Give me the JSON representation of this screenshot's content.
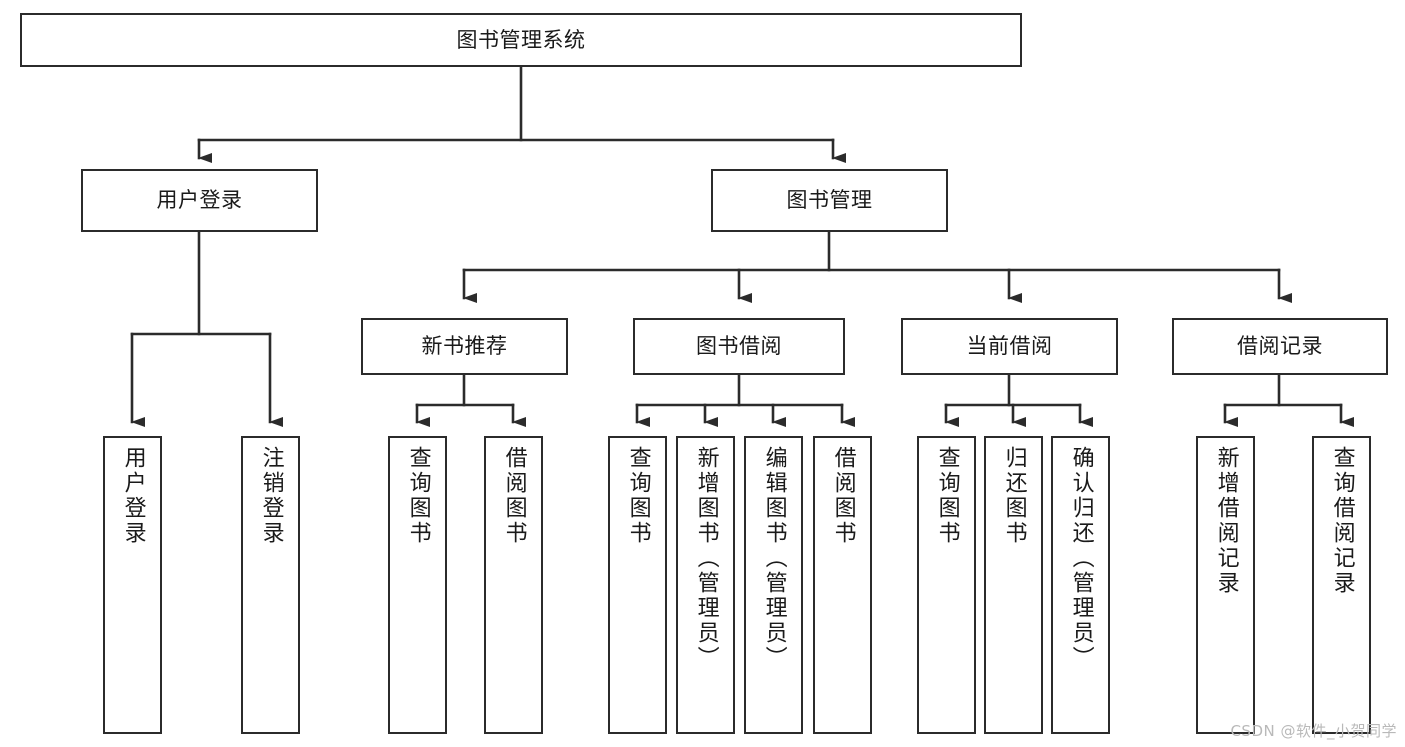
{
  "diagram": {
    "title": "图书管理系统",
    "type": "tree-hierarchy-diagram",
    "orientation": "top-down",
    "colors": {
      "box_border": "#2b2b2b",
      "box_fill": "#ffffff",
      "connector": "#2b2b2b",
      "text": "#1a1a1a",
      "watermark": "#b9b9b9",
      "background": "#ffffff"
    },
    "root": {
      "label": "图书管理系统"
    },
    "level2": [
      {
        "label": "用户登录"
      },
      {
        "label": "图书管理"
      }
    ],
    "level3": [
      {
        "label": "新书推荐"
      },
      {
        "label": "图书借阅"
      },
      {
        "label": "当前借阅"
      },
      {
        "label": "借阅记录"
      }
    ],
    "leaves": {
      "user_login": [
        {
          "label": "用户登录"
        },
        {
          "label": "注销登录"
        }
      ],
      "new_book_recommend": [
        {
          "label": "查询图书"
        },
        {
          "label": "借阅图书"
        }
      ],
      "book_borrow": [
        {
          "label": "查询图书"
        },
        {
          "label": "新增图书（管理员）"
        },
        {
          "label": "编辑图书（管理员）"
        },
        {
          "label": "借阅图书"
        }
      ],
      "current_borrow": [
        {
          "label": "查询图书"
        },
        {
          "label": "归还图书"
        },
        {
          "label": "确认归还（管理员）"
        }
      ],
      "borrow_record": [
        {
          "label": "新增借阅记录"
        },
        {
          "label": "查询借阅记录"
        }
      ]
    }
  },
  "watermark": {
    "text": "CSDN @软件_小贺同学"
  }
}
